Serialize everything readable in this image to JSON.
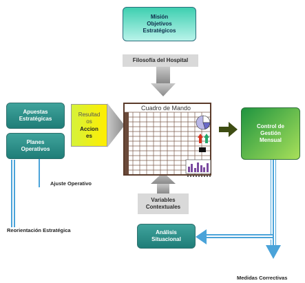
{
  "mision_box": {
    "text": "Misión\nObjetivos\nEstratégicos"
  },
  "filosofia_band": {
    "text": "Filosofía del Hospital"
  },
  "apuestas_box": {
    "text": "Apuestas\nEstratégicas"
  },
  "planes_box": {
    "text": "Planes\nOperativos"
  },
  "resultados_box": {
    "line1": "Resultad\nos",
    "line2": "Accion\nes"
  },
  "cuadro": {
    "title": "Cuadro de Mando"
  },
  "control_box": {
    "text": "Control de\nGestión\nMensual"
  },
  "variables_band": {
    "text": "Variables\nContextuales"
  },
  "analisis_box": {
    "text": "Análisis\nSituacional"
  },
  "labels": {
    "ajuste": "Ajuste Operativo",
    "reorientacion": "Reorientación Estratégica",
    "medidas": "Medidas Correctivas"
  },
  "colors": {
    "teal": "#1f7d78",
    "mint": "#7fe3cf",
    "green": "#4fb548",
    "yellow": "#ffee00",
    "arrow_grey": "#a0a0a0",
    "striped_blue": "#4aa3d9",
    "grid_border": "#5a3a2a"
  }
}
